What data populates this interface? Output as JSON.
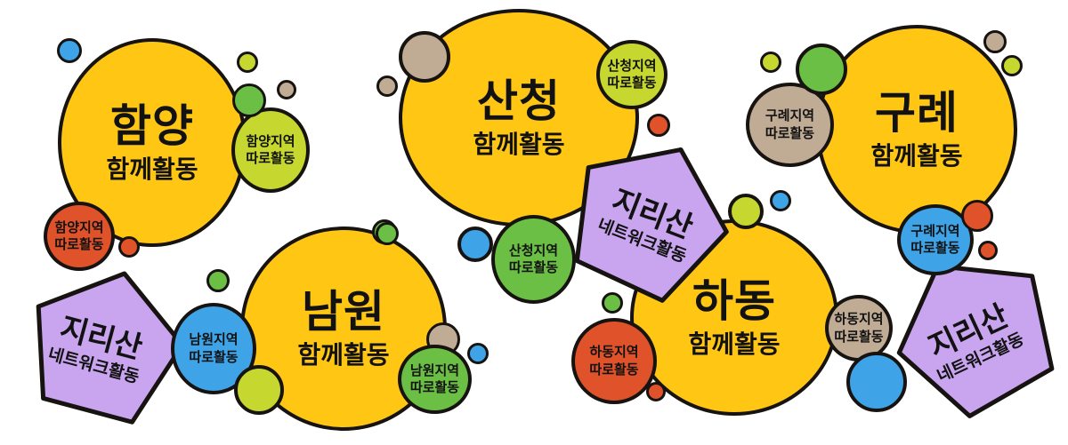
{
  "palette": {
    "background": "#FFFFFF",
    "outline": "#161310",
    "text": "#121212",
    "yellow": "#FFC614",
    "yellow_green": "#C6D72F",
    "green": "#6CBF45",
    "blue": "#3FA3E8",
    "tan": "#C0AB94",
    "red_orange": "#E0532A",
    "purple": "#C9A5F0"
  },
  "regions": [
    {
      "id": "hamyang",
      "title": "함양",
      "subtitle": "함께활동"
    },
    {
      "id": "namwon",
      "title": "남원",
      "subtitle": "함께활동"
    },
    {
      "id": "sancheong",
      "title": "산청",
      "subtitle": "함께활동"
    },
    {
      "id": "hadong",
      "title": "하동",
      "subtitle": "함께활동"
    },
    {
      "id": "gurye",
      "title": "구례",
      "subtitle": "함께활동"
    }
  ],
  "satellites": [
    {
      "id": "hamyang-separate-yg",
      "line1": "함양지역",
      "line2": "따로활동"
    },
    {
      "id": "hamyang-separate-red",
      "line1": "함양지역",
      "line2": "따로활동"
    },
    {
      "id": "namwon-separate-blue",
      "line1": "남원지역",
      "line2": "따로활동"
    },
    {
      "id": "namwon-separate-green",
      "line1": "남원지역",
      "line2": "따로활동"
    },
    {
      "id": "sancheong-separate-yg",
      "line1": "산청지역",
      "line2": "따로활동"
    },
    {
      "id": "sancheong-separate-green",
      "line1": "산청지역",
      "line2": "따로활동"
    },
    {
      "id": "hadong-separate-red",
      "line1": "하동지역",
      "line2": "따로활동"
    },
    {
      "id": "hadong-separate-tan",
      "line1": "하동지역",
      "line2": "따로활동"
    },
    {
      "id": "gurye-separate-tan",
      "line1": "구례지역",
      "line2": "따로활동"
    },
    {
      "id": "gurye-separate-blue",
      "line1": "구례지역",
      "line2": "따로활동"
    }
  ],
  "pentagons": [
    {
      "id": "jirisan-network-left",
      "title": "지리산",
      "subtitle": "네트워크활동"
    },
    {
      "id": "jirisan-network-center",
      "title": "지리산",
      "subtitle": "네트워크활동"
    },
    {
      "id": "jirisan-network-right",
      "title": "지리산",
      "subtitle": "네트워크활동"
    }
  ]
}
